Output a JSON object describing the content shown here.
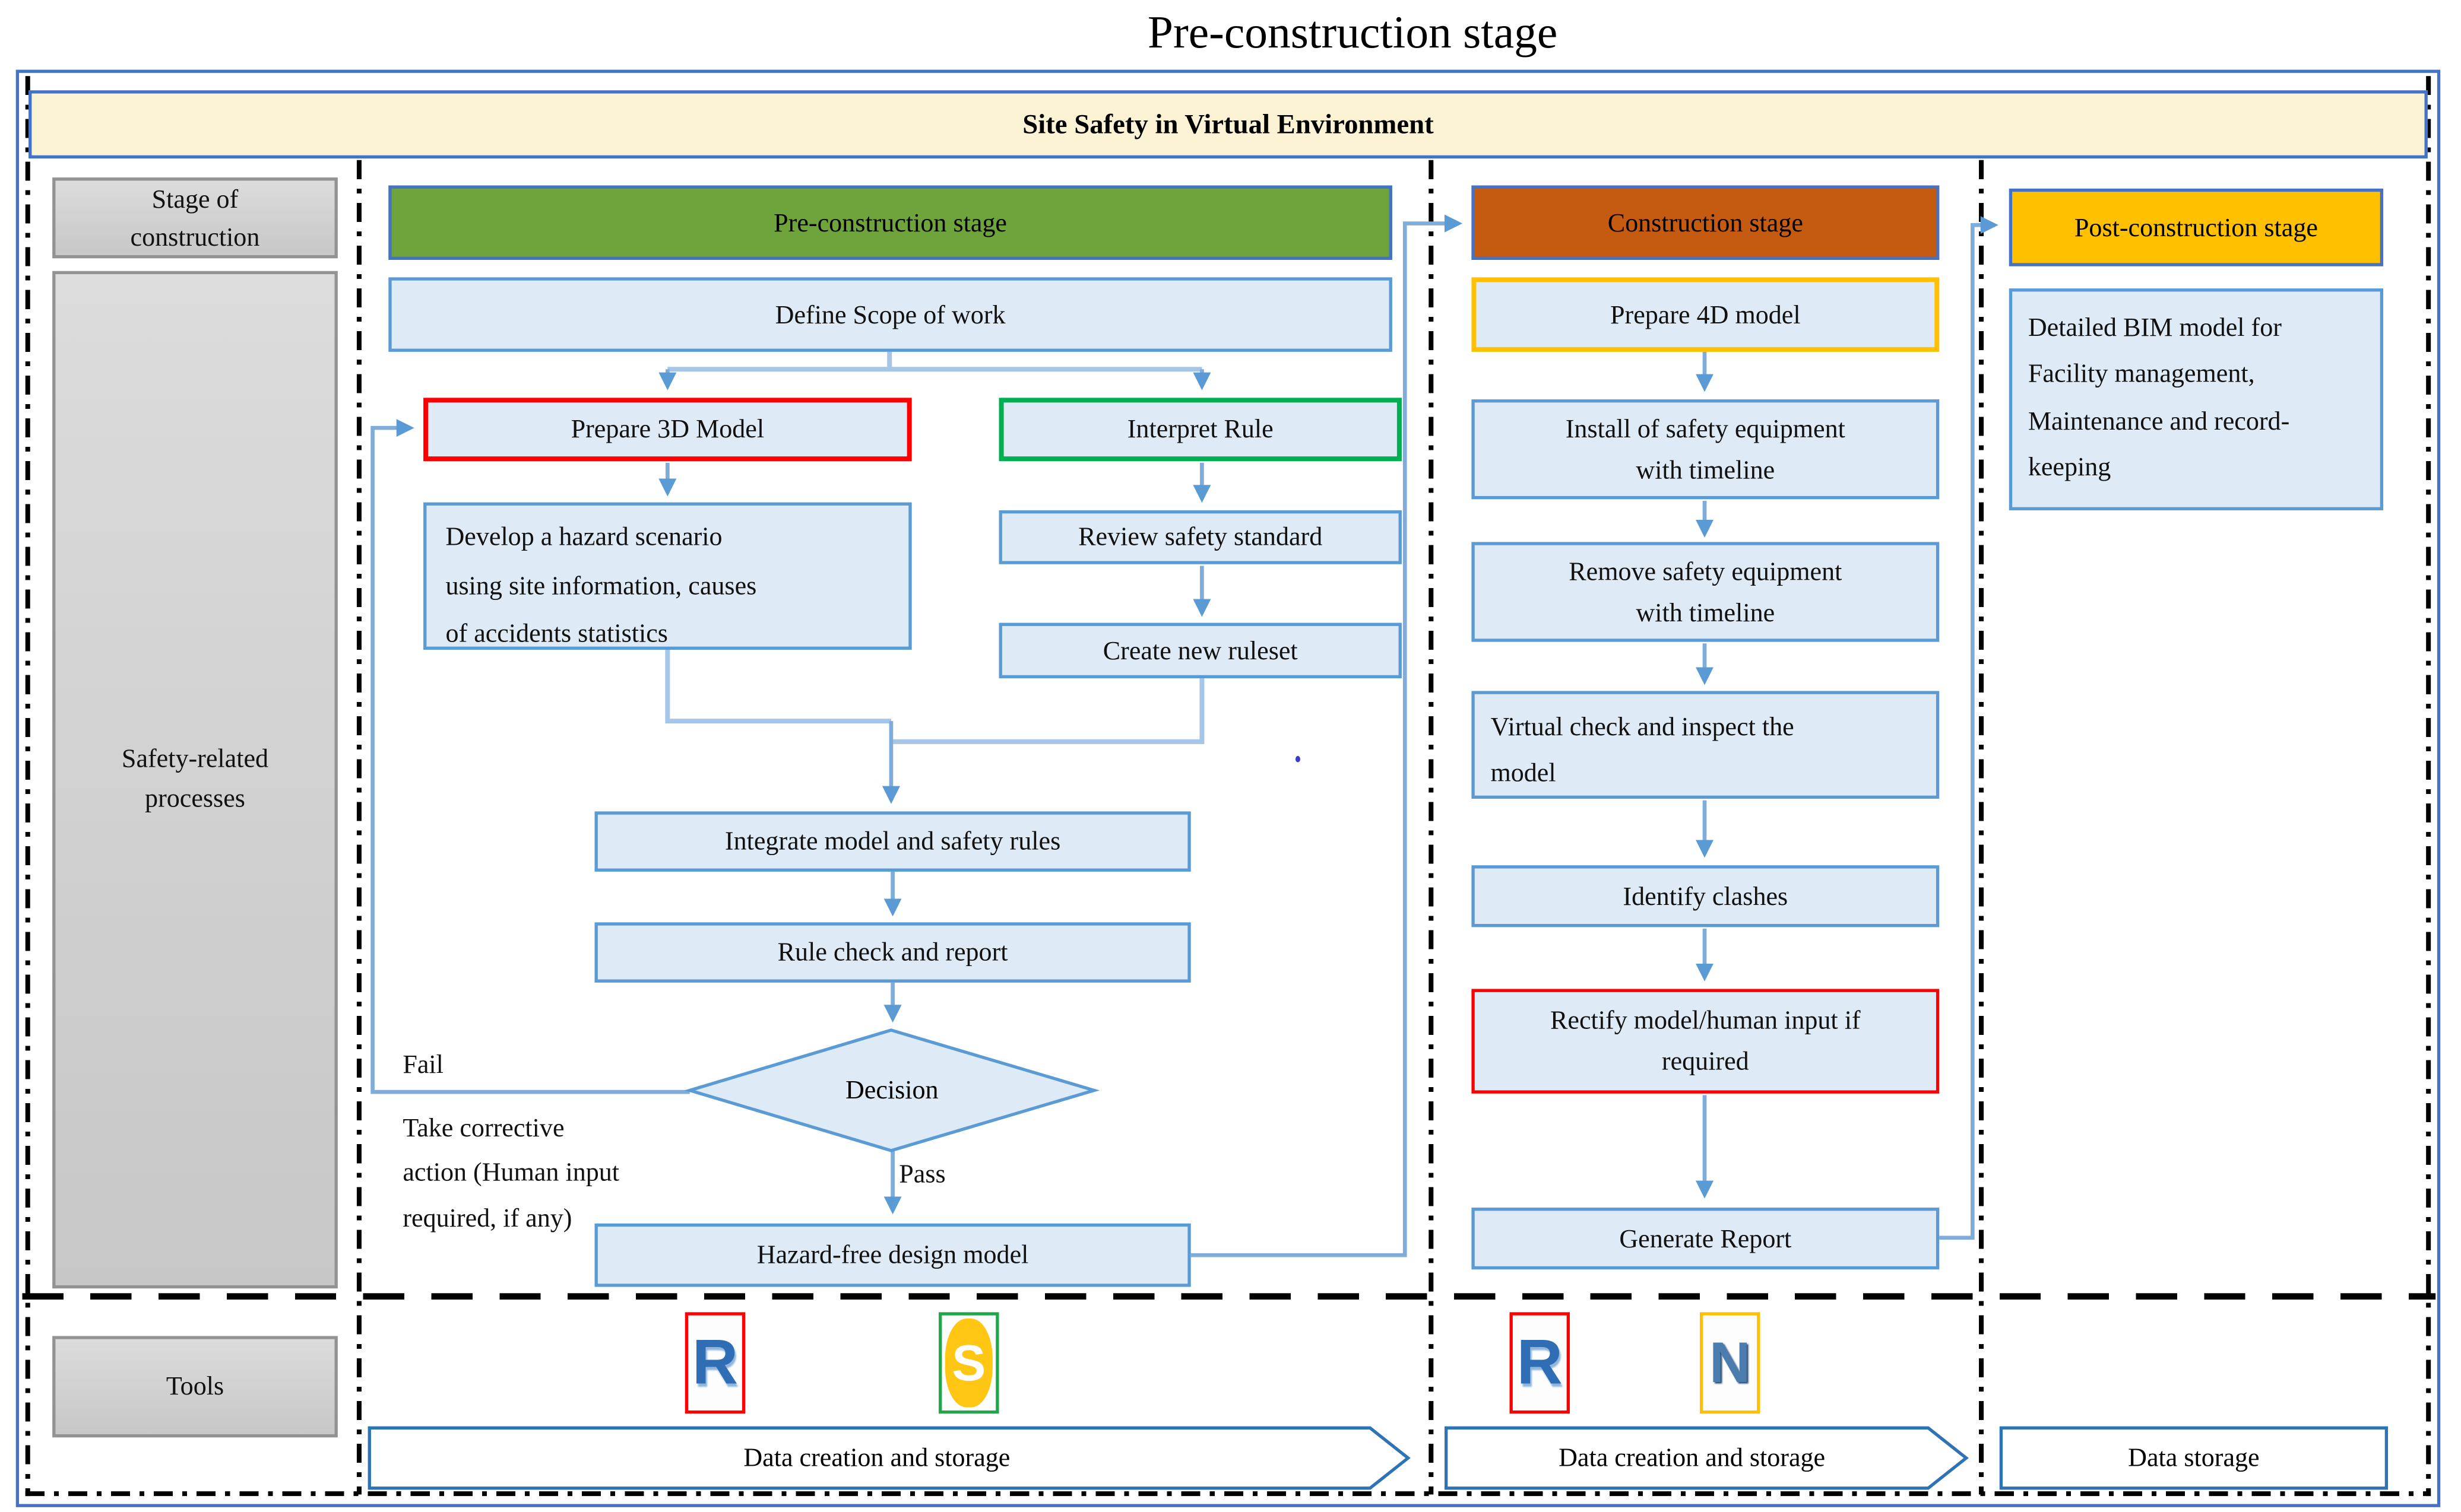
{
  "page_title": "Pre-construction stage",
  "header": {
    "title": "Site Safety in Virtual Environment"
  },
  "sidebar": {
    "stage_label": "Stage of\nconstruction",
    "processes_label": "Safety-related\nprocesses",
    "tools_label": "Tools"
  },
  "pre_construction": {
    "stage_header": "Pre-construction stage",
    "define_scope": "Define Scope of work",
    "prepare_3d": "Prepare 3D Model",
    "interpret_rule": "Interpret Rule",
    "hazard_scenario": "Develop a hazard scenario\nusing site information, causes\nof accidents statistics",
    "review_standard": "Review safety standard",
    "create_ruleset": "Create new ruleset",
    "integrate": "Integrate model and safety rules",
    "rule_check": "Rule check and report",
    "decision": "Decision",
    "pass_label": "Pass",
    "fail_label": "Fail",
    "fail_note": "Take corrective\naction (Human input\nrequired, if any)",
    "hazard_free": "Hazard-free design model",
    "banner": "Data creation and storage"
  },
  "construction": {
    "stage_header": "Construction stage",
    "prepare_4d": "Prepare 4D model",
    "install": "Install of safety equipment\nwith timeline",
    "remove": "Remove safety equipment\nwith timeline",
    "virtual_check": "Virtual check and inspect the\nmodel",
    "identify": "Identify clashes",
    "rectify": "Rectify model/human input if\nrequired",
    "generate": "Generate Report",
    "banner": "Data creation and storage"
  },
  "post_construction": {
    "stage_header": "Post-construction stage",
    "bim_model": "Detailed BIM model for\nFacility management,\nMaintenance and record-\nkeeping",
    "banner": "Data storage"
  },
  "tools": {
    "revit": "R",
    "solibri": "S",
    "navisworks": "N"
  },
  "colors": {
    "accent_blue": "#4472C4",
    "box_blue_fill": "#DEEAF6",
    "box_blue_border": "#5B9BD5",
    "green_stage": "#6FA33C",
    "orange_stage": "#C55A11",
    "amber_stage": "#FFC000",
    "header_cream": "#FCF3D5",
    "red_highlight": "#FF0000",
    "green_highlight": "#00B050",
    "amber_highlight": "#FFC000",
    "connector_blue": "#7FACD9"
  }
}
